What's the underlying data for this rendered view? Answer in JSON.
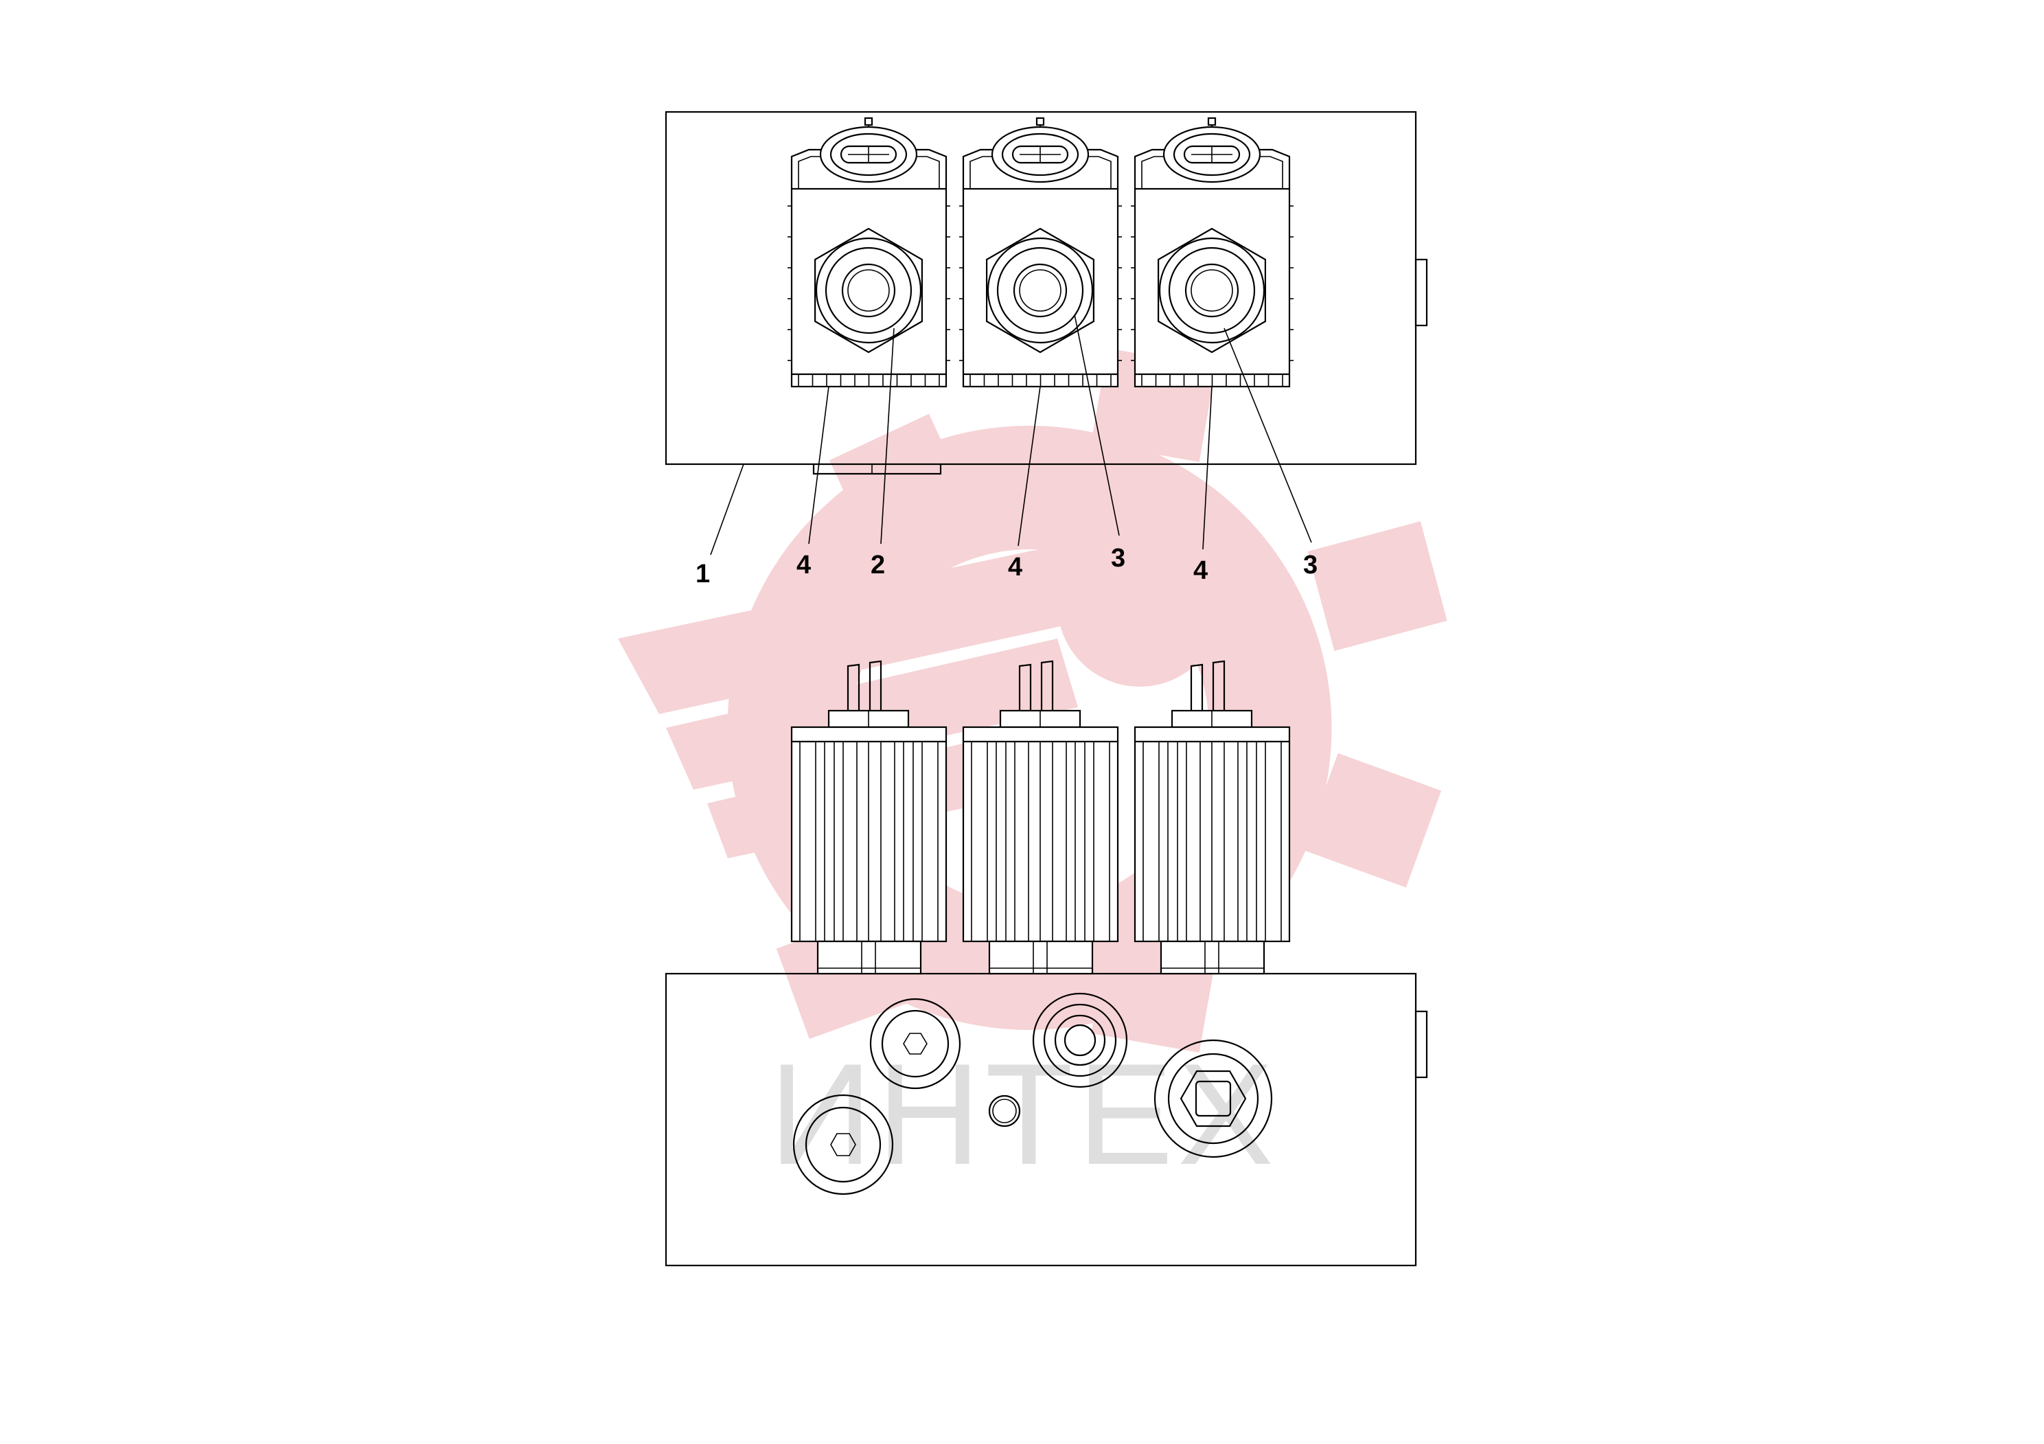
{
  "diagram": {
    "watermark_text": "ИНТЕХ",
    "colors": {
      "line": "#000000",
      "background": "#ffffff",
      "watermark_red": "#f6d3d6",
      "watermark_gray": "#dedede"
    },
    "callouts": [
      {
        "id": "1",
        "label": "1"
      },
      {
        "id": "4a",
        "label": "4"
      },
      {
        "id": "2",
        "label": "2"
      },
      {
        "id": "4b",
        "label": "4"
      },
      {
        "id": "3a",
        "label": "3"
      },
      {
        "id": "4c",
        "label": "4"
      },
      {
        "id": "3b",
        "label": "3"
      }
    ]
  }
}
